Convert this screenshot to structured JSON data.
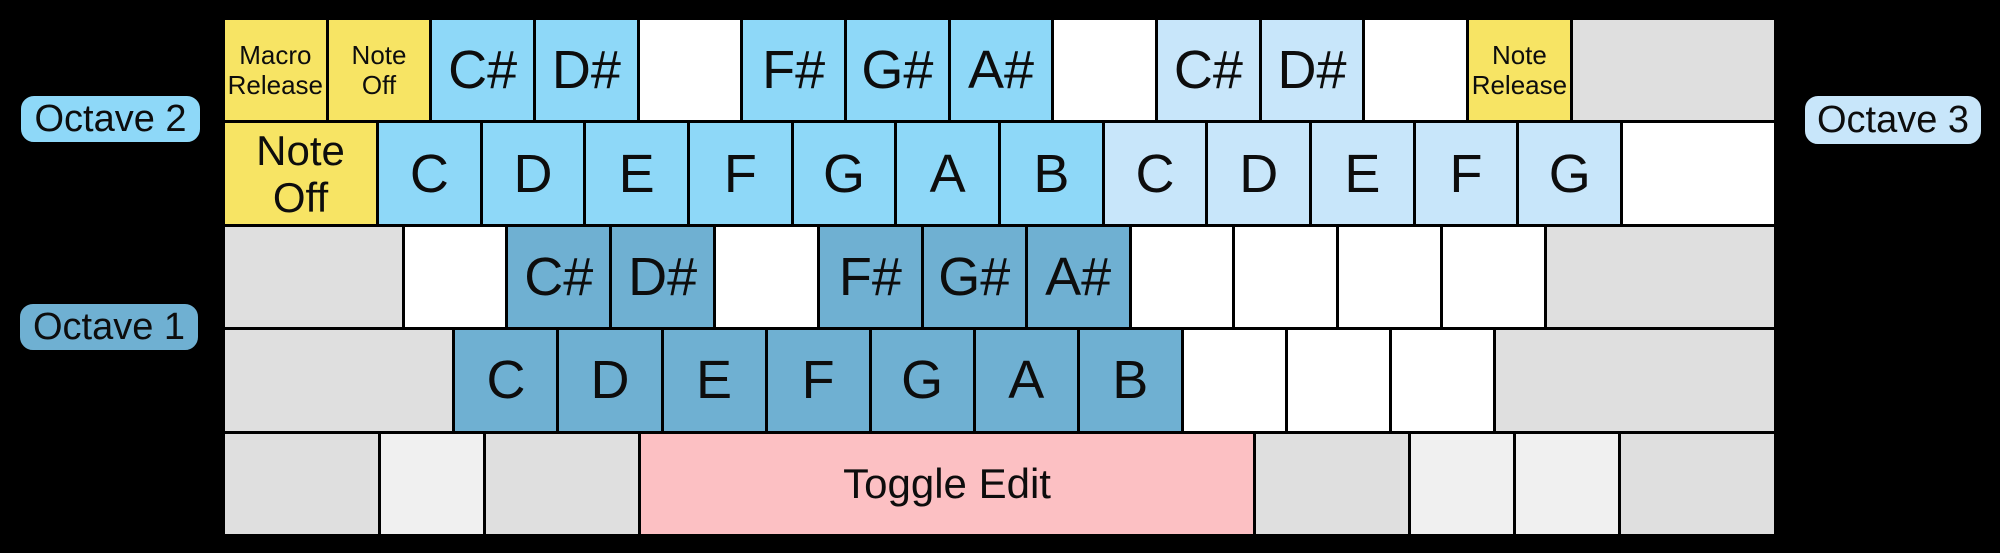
{
  "page": {
    "background": "#000000"
  },
  "colors": {
    "yellow": "#F7E464",
    "octave2_blue": "#8ED8F8",
    "octave3_blue": "#C8E6FA",
    "octave1_blue": "#6FB0D2",
    "white": "#FFFFFF",
    "gray": "#DFDFDF",
    "light_gray": "#F0F0F0",
    "pink": "#FCC0C3",
    "key_gap": "#000000",
    "text": "#0D0D0D"
  },
  "octave_labels": {
    "octave2": {
      "text": "Octave 2",
      "color": "octave2_blue",
      "side": "left"
    },
    "octave1": {
      "text": "Octave 1",
      "color": "octave1_blue",
      "side": "left"
    },
    "octave3": {
      "text": "Octave 3",
      "color": "octave3_blue",
      "side": "right"
    }
  },
  "keyboard": {
    "rows": [
      {
        "name": "number-row",
        "keys": [
          {
            "lines": [
              "Macro",
              "Release"
            ],
            "color": "yellow",
            "w": 1,
            "size": "small"
          },
          {
            "lines": [
              "Note",
              "Off"
            ],
            "color": "yellow",
            "w": 1,
            "size": "small"
          },
          {
            "label": "C#",
            "color": "octave2_blue",
            "w": 1
          },
          {
            "label": "D#",
            "color": "octave2_blue",
            "w": 1
          },
          {
            "color": "white",
            "w": 1
          },
          {
            "label": "F#",
            "color": "octave2_blue",
            "w": 1
          },
          {
            "label": "G#",
            "color": "octave2_blue",
            "w": 1
          },
          {
            "label": "A#",
            "color": "octave2_blue",
            "w": 1
          },
          {
            "color": "white",
            "w": 1
          },
          {
            "label": "C#",
            "color": "octave3_blue",
            "w": 1
          },
          {
            "label": "D#",
            "color": "octave3_blue",
            "w": 1
          },
          {
            "color": "white",
            "w": 1
          },
          {
            "lines": [
              "Note",
              "Release"
            ],
            "color": "yellow",
            "w": 1,
            "size": "small"
          },
          {
            "color": "gray",
            "w": 2
          }
        ]
      },
      {
        "name": "tab-row",
        "keys": [
          {
            "lines": [
              "Note",
              "Off"
            ],
            "color": "yellow",
            "w": 1.5,
            "size": "medium"
          },
          {
            "label": "C",
            "color": "octave2_blue",
            "w": 1
          },
          {
            "label": "D",
            "color": "octave2_blue",
            "w": 1
          },
          {
            "label": "E",
            "color": "octave2_blue",
            "w": 1
          },
          {
            "label": "F",
            "color": "octave2_blue",
            "w": 1
          },
          {
            "label": "G",
            "color": "octave2_blue",
            "w": 1
          },
          {
            "label": "A",
            "color": "octave2_blue",
            "w": 1
          },
          {
            "label": "B",
            "color": "octave2_blue",
            "w": 1
          },
          {
            "label": "C",
            "color": "octave3_blue",
            "w": 1
          },
          {
            "label": "D",
            "color": "octave3_blue",
            "w": 1
          },
          {
            "label": "E",
            "color": "octave3_blue",
            "w": 1
          },
          {
            "label": "F",
            "color": "octave3_blue",
            "w": 1
          },
          {
            "label": "G",
            "color": "octave3_blue",
            "w": 1
          },
          {
            "color": "white",
            "w": 1.5
          }
        ]
      },
      {
        "name": "home-row",
        "keys": [
          {
            "color": "gray",
            "w": 1.75
          },
          {
            "color": "white",
            "w": 1
          },
          {
            "label": "C#",
            "color": "octave1_blue",
            "w": 1
          },
          {
            "label": "D#",
            "color": "octave1_blue",
            "w": 1
          },
          {
            "color": "white",
            "w": 1
          },
          {
            "label": "F#",
            "color": "octave1_blue",
            "w": 1
          },
          {
            "label": "G#",
            "color": "octave1_blue",
            "w": 1
          },
          {
            "label": "A#",
            "color": "octave1_blue",
            "w": 1
          },
          {
            "color": "white",
            "w": 1
          },
          {
            "color": "white",
            "w": 1
          },
          {
            "color": "white",
            "w": 1
          },
          {
            "color": "white",
            "w": 1
          },
          {
            "color": "gray",
            "w": 2.25
          }
        ]
      },
      {
        "name": "lower-letter-row",
        "keys": [
          {
            "color": "gray",
            "w": 2.25
          },
          {
            "label": "C",
            "color": "octave1_blue",
            "w": 1
          },
          {
            "label": "D",
            "color": "octave1_blue",
            "w": 1
          },
          {
            "label": "E",
            "color": "octave1_blue",
            "w": 1
          },
          {
            "label": "F",
            "color": "octave1_blue",
            "w": 1
          },
          {
            "label": "G",
            "color": "octave1_blue",
            "w": 1
          },
          {
            "label": "A",
            "color": "octave1_blue",
            "w": 1
          },
          {
            "label": "B",
            "color": "octave1_blue",
            "w": 1
          },
          {
            "color": "white",
            "w": 1
          },
          {
            "color": "white",
            "w": 1
          },
          {
            "color": "white",
            "w": 1
          },
          {
            "color": "gray",
            "w": 2.75
          }
        ]
      },
      {
        "name": "modifier-row",
        "keys": [
          {
            "color": "gray",
            "w": 1.5
          },
          {
            "color": "light_gray",
            "w": 1
          },
          {
            "color": "gray",
            "w": 1.5
          },
          {
            "label": "Toggle Edit",
            "color": "pink",
            "w": 6,
            "size": "toggle"
          },
          {
            "color": "gray",
            "w": 1.5
          },
          {
            "color": "light_gray",
            "w": 1
          },
          {
            "color": "light_gray",
            "w": 1
          },
          {
            "color": "gray",
            "w": 1.5
          }
        ]
      }
    ]
  }
}
